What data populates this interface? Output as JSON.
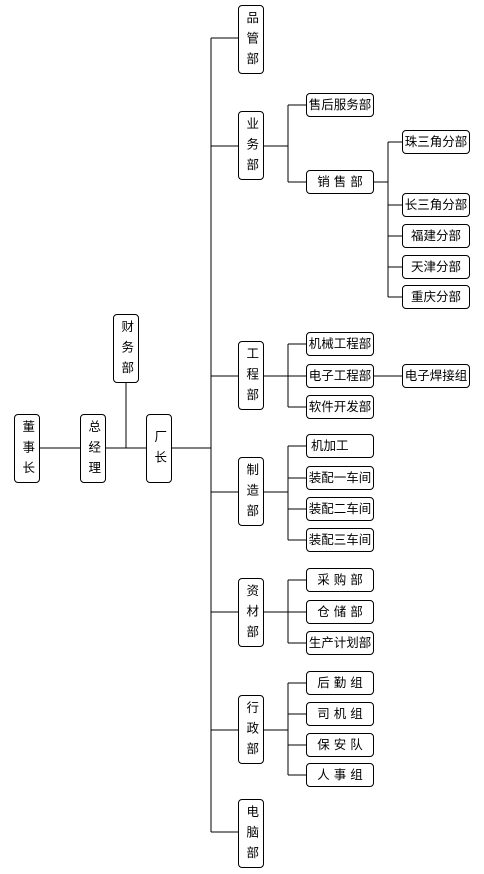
{
  "org": {
    "chairman": "董事长",
    "general_manager": "总经理",
    "finance": "财务部",
    "factory_director": "厂长",
    "departments": {
      "quality": "品管部",
      "business": "业务部",
      "engineering": "工程部",
      "manufacturing": "制造部",
      "materials": "资材部",
      "admin": "行政部",
      "computer": "电脑部"
    },
    "business_units": {
      "after_sales": "售后服务部",
      "sales": "销 售 部"
    },
    "sales_branches": [
      "珠三角分部",
      "长三角分部",
      "福建分部",
      "天津分部",
      "重庆分部"
    ],
    "engineering_units": [
      "机械工程部",
      "电子工程部",
      "软件开发部"
    ],
    "electronic_sub": "电子焊接组",
    "manufacturing_units": [
      "机加工",
      "装配一车间",
      "装配二车间",
      "装配三车间"
    ],
    "materials_units": [
      "采 购 部",
      "仓 储 部",
      "生产计划部"
    ],
    "admin_units": [
      "后 勤 组",
      "司 机 组",
      "保 安 队",
      "人 事 组"
    ]
  }
}
